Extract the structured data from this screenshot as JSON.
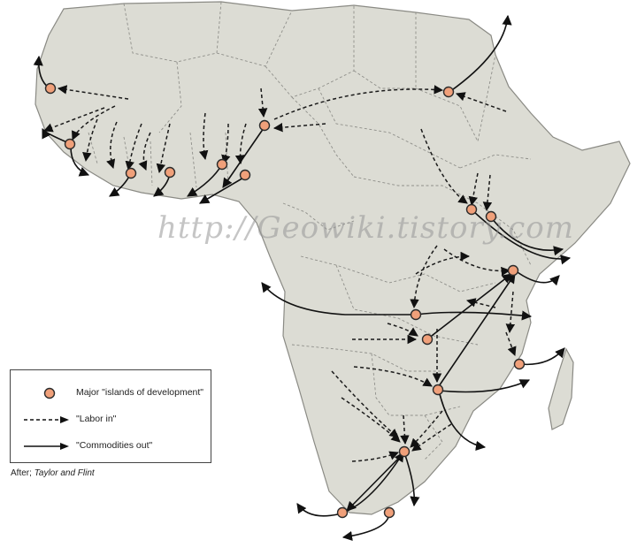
{
  "legend": {
    "islands_label": "Major \"islands of development\"",
    "labor_label": "\"Labor in\"",
    "commodities_label": "\"Commodities out\""
  },
  "attribution": {
    "prefix": "After; ",
    "source": "Taylor and Flint"
  },
  "watermark": "http://Geowiki.tistory.com",
  "colors": {
    "land": "#dcdcd4",
    "island_marker": "#f0a07a",
    "arrows": "#111111"
  }
}
